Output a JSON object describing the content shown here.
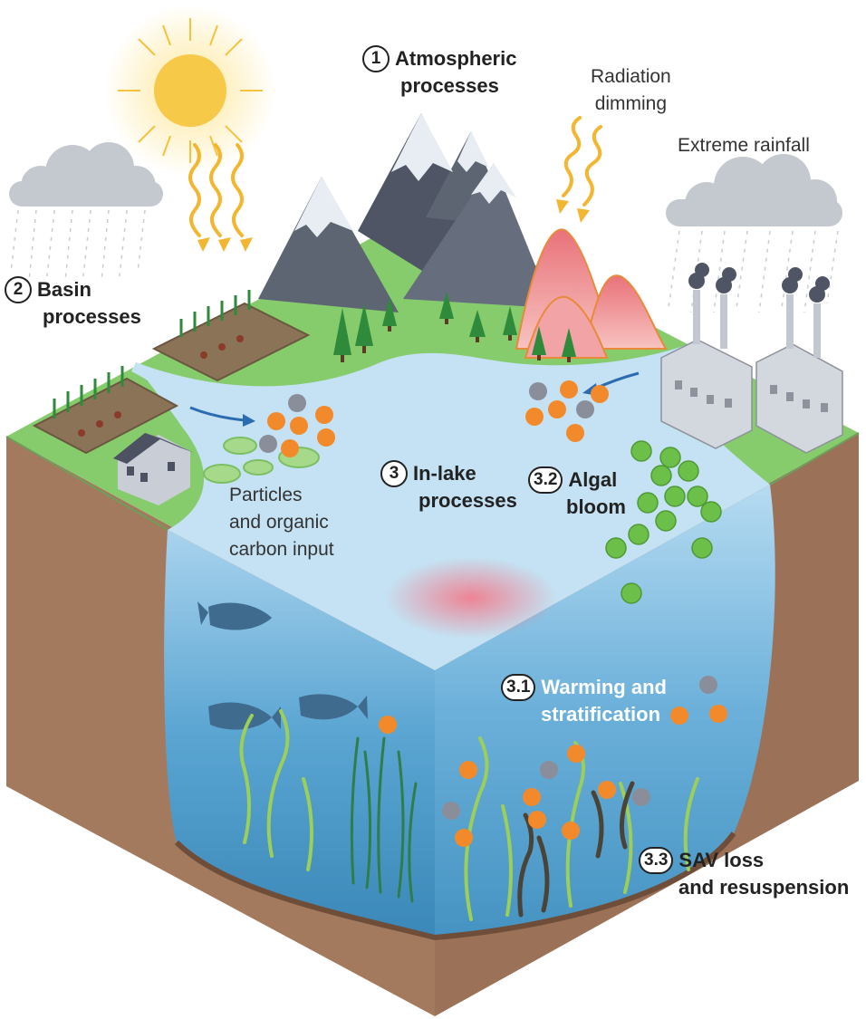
{
  "labels": {
    "atmospheric": {
      "num": "1",
      "line1": "Atmospheric",
      "line2": "processes"
    },
    "basin": {
      "num": "2",
      "line1": "Basin",
      "line2": "processes"
    },
    "in_lake": {
      "num": "3",
      "line1": "In-lake",
      "line2": "processes"
    },
    "algal_bloom": {
      "num": "3.2",
      "line1": "Algal",
      "line2": "bloom"
    },
    "warming": {
      "num": "3.1",
      "line1": "Warming and",
      "line2": "stratification"
    },
    "sav": {
      "num": "3.3",
      "line1": "SAV loss",
      "line2": "and resuspension"
    },
    "radiation": {
      "line1": "Radiation",
      "line2": "dimming"
    },
    "rainfall": {
      "text": "Extreme rainfall"
    },
    "particles": {
      "line1": "Particles",
      "line2": "and organic",
      "line3": "carbon input"
    }
  },
  "colors": {
    "sky_water_top": "#c6e3f3",
    "lake_deep": "#3f8fc0",
    "soil": "#a87c5f",
    "soil_dark": "#8a6248",
    "grass": "#8ccf73",
    "mountain": "#5b6270",
    "snow": "#e8edf3",
    "particle_orange": "#f28a2c",
    "particle_grey": "#8a8e9a",
    "algae": "#6cc04a",
    "sun": "#f7c948",
    "arrow": "#2b6cb0"
  }
}
